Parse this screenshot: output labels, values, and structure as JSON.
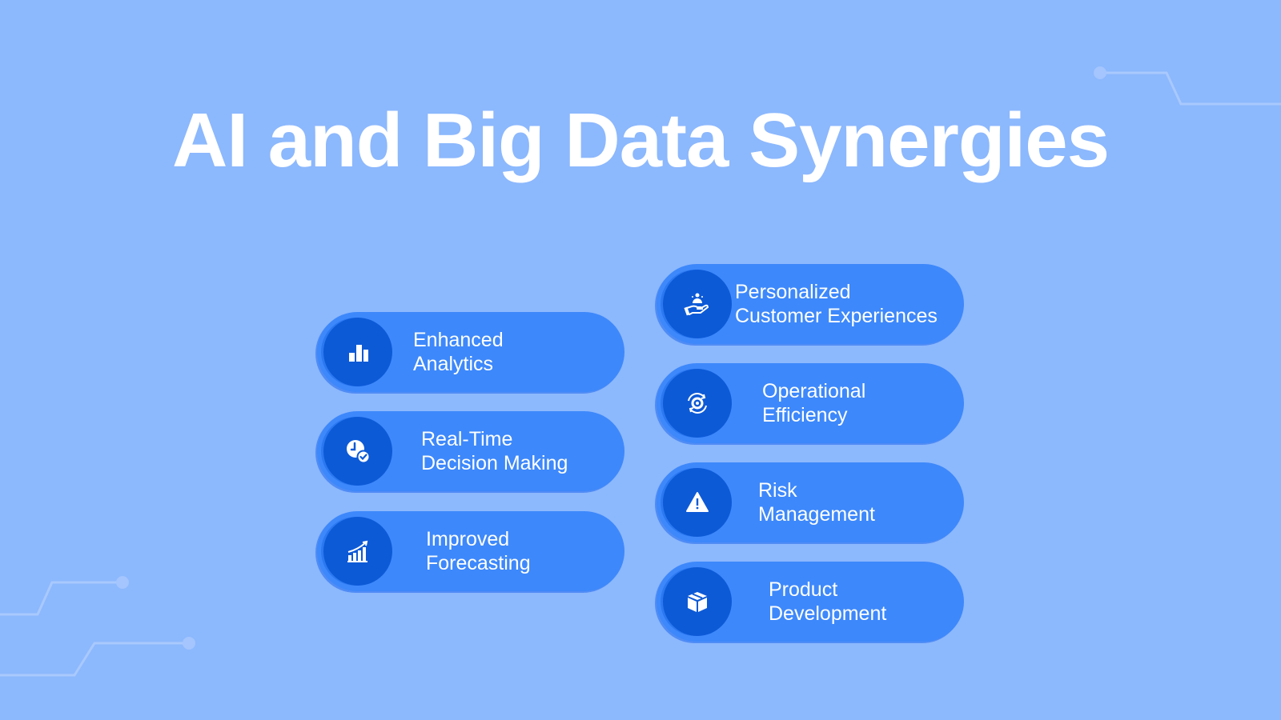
{
  "slide": {
    "title": "AI and Big Data Synergies",
    "colors": {
      "background": "#8cb8fd",
      "pill": "#3d88fb",
      "icon_circle": "#0d5ad7",
      "text": "#ffffff"
    },
    "left_column": [
      {
        "icon": "bar-chart-icon",
        "line1": "Enhanced",
        "line2": "Analytics"
      },
      {
        "icon": "clock-check-icon",
        "line1": "Real-Time",
        "line2": "Decision Making"
      },
      {
        "icon": "growth-chart-icon",
        "line1": "Improved",
        "line2": "Forecasting"
      }
    ],
    "right_column": [
      {
        "icon": "hand-service-icon",
        "line1": "Personalized",
        "line2": "Customer Experiences"
      },
      {
        "icon": "gear-cycle-icon",
        "line1": "Operational",
        "line2": "Efficiency"
      },
      {
        "icon": "warning-icon",
        "line1": "Risk",
        "line2": "Management"
      },
      {
        "icon": "box-icon",
        "line1": "Product",
        "line2": "Development"
      }
    ]
  }
}
